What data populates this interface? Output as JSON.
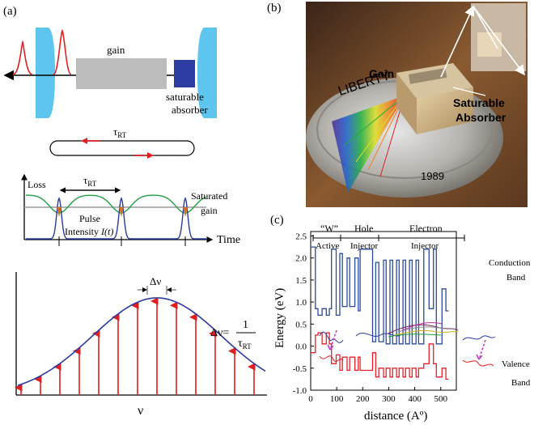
{
  "panel_a": {
    "label": "(a)",
    "gain_label": "gain",
    "absorber_label_1": "saturable",
    "absorber_label_2": "absorber",
    "roundtrip_label": "τ",
    "roundtrip_sub": "RT"
  },
  "panel_a_time": {
    "loss_label": "Loss",
    "tau_label": "τ",
    "tau_sub": "RT",
    "saturated_label_1": "Saturated",
    "saturated_label_2": "gain",
    "pulse_label_1": "Pulse",
    "pulse_label_2": "Intensity",
    "pulse_label_3": "I(t)",
    "time_axis_label": "Time"
  },
  "panel_a_freq": {
    "delta_nu_top": "Δν",
    "eq_lhs": "Δν=",
    "eq_num": "1",
    "eq_den": "τ",
    "eq_den_sub": "RT",
    "axis_label": "ν"
  },
  "panel_b": {
    "label": "(b)",
    "gain_label": "Gain",
    "absorber_label_1": "Saturable",
    "absorber_label_2": "Absorber",
    "coin_text_1": "LIBERTY",
    "coin_text_2": "1989"
  },
  "panel_c": {
    "label": "(c)",
    "region_w": "“W”",
    "region_w_sub": "Active",
    "region_hole": "Hole",
    "region_hole_sub": "Injector",
    "region_electron": "Electron",
    "region_electron_sub": "Injector",
    "conduction_1": "Conduction",
    "conduction_2": "Band",
    "valence_1": "Valence",
    "valence_2": "Band",
    "chart_data": {
      "type": "line",
      "xlabel": "distance (Aº)",
      "ylabel": "Energy (eV)",
      "xlim": [
        0,
        560
      ],
      "ylim": [
        -1.0,
        2.6
      ],
      "xticks": [
        0,
        100,
        200,
        300,
        400,
        500
      ],
      "yticks": [
        -1.0,
        -0.5,
        0.0,
        0.5,
        1.0,
        1.5,
        2.0,
        2.5
      ],
      "ytick_labels": [
        "-1.0",
        "-0.5",
        "0.0",
        "0.5",
        "1.0",
        "1.5",
        "2.0",
        "2.5"
      ],
      "series": [
        {
          "name": "Conduction Band",
          "color": "#2a4aa0",
          "x": [
            0,
            18,
            18,
            28,
            28,
            44,
            44,
            60,
            60,
            72,
            72,
            80,
            80,
            98,
            98,
            112,
            112,
            122,
            122,
            140,
            140,
            150,
            150,
            170,
            170,
            183,
            183,
            190,
            190,
            238,
            238,
            250,
            250,
            262,
            262,
            280,
            280,
            290,
            290,
            305,
            305,
            315,
            315,
            330,
            330,
            340,
            340,
            355,
            355,
            365,
            365,
            380,
            380,
            390,
            390,
            405,
            405,
            415,
            415,
            435,
            435,
            455,
            455,
            472,
            472,
            483,
            483,
            505,
            505,
            520,
            520,
            530,
            530,
            560
          ],
          "y": [
            2.25,
            2.25,
            0.85,
            0.85,
            0.7,
            0.7,
            0.85,
            0.85,
            0.7,
            0.7,
            0.85,
            0.85,
            2.2,
            2.2,
            0.7,
            0.7,
            2.1,
            2.1,
            0.9,
            0.9,
            2.0,
            2.0,
            0.9,
            0.9,
            2.0,
            2.0,
            0.8,
            0.8,
            2.2,
            2.2,
            0.1,
            0.1,
            1.9,
            1.9,
            0.1,
            0.1,
            1.95,
            1.95,
            0.05,
            0.05,
            1.95,
            1.95,
            0.05,
            0.05,
            1.95,
            1.95,
            0.05,
            0.05,
            1.95,
            1.95,
            0.05,
            0.05,
            1.95,
            1.95,
            0.05,
            0.05,
            1.95,
            1.95,
            0.05,
            0.05,
            2.2,
            2.2,
            0.85,
            0.85,
            2.2,
            2.2,
            0.05,
            0.05,
            1.3,
            1.3,
            0.8,
            0.8
          ]
        },
        {
          "name": "Valence Band",
          "color": "#e8202a",
          "x": [
            0,
            18,
            18,
            28,
            28,
            44,
            44,
            60,
            60,
            72,
            72,
            80,
            80,
            98,
            98,
            112,
            112,
            122,
            122,
            140,
            140,
            150,
            150,
            170,
            170,
            183,
            183,
            190,
            190,
            238,
            238,
            250,
            250,
            262,
            262,
            280,
            280,
            290,
            290,
            305,
            305,
            315,
            315,
            330,
            330,
            340,
            340,
            355,
            355,
            365,
            365,
            380,
            380,
            390,
            390,
            405,
            405,
            415,
            415,
            435,
            435,
            455,
            455,
            472,
            472,
            483,
            483,
            505,
            505,
            520,
            520,
            530,
            530,
            560
          ],
          "y": [
            -0.15,
            -0.15,
            0.25,
            0.25,
            0.3,
            0.3,
            0.05,
            0.05,
            0.3,
            0.3,
            0.05,
            0.05,
            -0.4,
            -0.4,
            -0.2,
            -0.2,
            -0.55,
            -0.55,
            -0.25,
            -0.25,
            -0.55,
            -0.55,
            -0.25,
            -0.25,
            -0.55,
            -0.55,
            -0.25,
            -0.25,
            -0.55,
            -0.55,
            -0.15,
            -0.15,
            -0.7,
            -0.7,
            -0.5,
            -0.5,
            -0.7,
            -0.7,
            -0.5,
            -0.5,
            -0.7,
            -0.7,
            -0.5,
            -0.5,
            -0.7,
            -0.7,
            -0.5,
            -0.5,
            -0.7,
            -0.7,
            -0.5,
            -0.5,
            -0.7,
            -0.7,
            -0.5,
            -0.5,
            -0.7,
            -0.7,
            -0.5,
            -0.5,
            -0.4,
            -0.4,
            0.05,
            0.05,
            -0.4,
            -0.4,
            -0.7,
            -0.7,
            -0.5,
            -0.5,
            -0.75,
            -0.75
          ]
        }
      ]
    }
  }
}
